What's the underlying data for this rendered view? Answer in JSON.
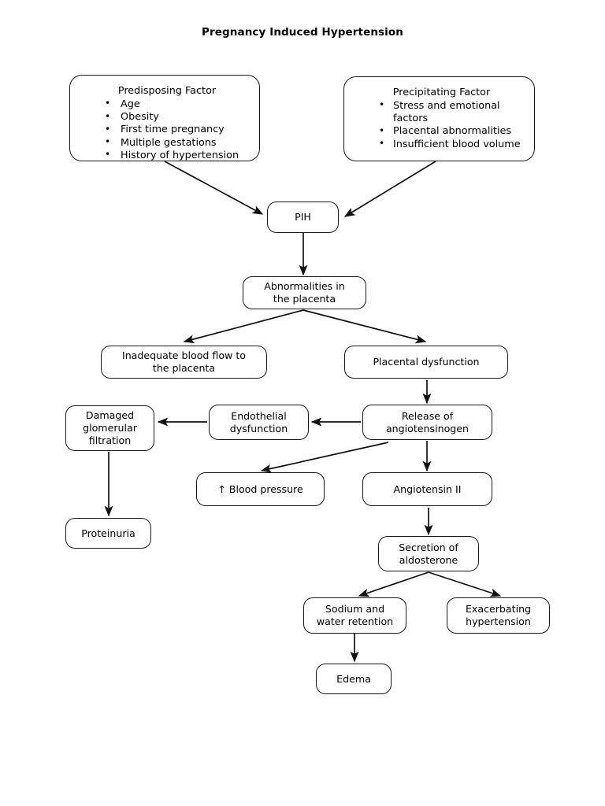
{
  "title": "Pregnancy Induced Hypertension",
  "diagram": {
    "type": "flowchart",
    "orientation": "top-down",
    "predisposing": {
      "heading": "Predisposing Factor",
      "items": [
        "Age",
        "Obesity",
        "First time pregnancy",
        "Multiple gestations",
        "History of hypertension"
      ]
    },
    "precipitating": {
      "heading": "Precipitating Factor",
      "items": [
        "Stress and emotional factors",
        "Placental abnormalities",
        "Insufficient blood volume"
      ]
    },
    "nodes": {
      "pih": "PIH",
      "abnormalities": "Abnormalities in\nthe placenta",
      "inadequate_flow": "Inadequate blood flow to\nthe placenta",
      "placental_dysfunction": "Placental dysfunction",
      "damaged_filtration": "Damaged\nglomerular\nfiltration",
      "endothelial_dysfunction": "Endothelial\ndysfunction",
      "release_angiotensinogen": "Release of\nangiotensinogen",
      "blood_pressure": "↑ Blood pressure",
      "angiotensin_ii": "Angiotensin II",
      "proteinuria": "Proteinuria",
      "secretion_aldosterone": "Secretion of\naldosterone",
      "sodium_water": "Sodium and\nwater retention",
      "exacerbating": "Exacerbating\nhypertension",
      "edema": "Edema"
    },
    "edges": [
      {
        "from": "predisposing",
        "to": "pih"
      },
      {
        "from": "precipitating",
        "to": "pih"
      },
      {
        "from": "pih",
        "to": "abnormalities"
      },
      {
        "from": "abnormalities",
        "to": "inadequate_flow"
      },
      {
        "from": "abnormalities",
        "to": "placental_dysfunction"
      },
      {
        "from": "placental_dysfunction",
        "to": "release_angiotensinogen"
      },
      {
        "from": "release_angiotensinogen",
        "to": "endothelial_dysfunction"
      },
      {
        "from": "endothelial_dysfunction",
        "to": "damaged_filtration"
      },
      {
        "from": "release_angiotensinogen",
        "to": "blood_pressure"
      },
      {
        "from": "release_angiotensinogen",
        "to": "angiotensin_ii"
      },
      {
        "from": "damaged_filtration",
        "to": "proteinuria"
      },
      {
        "from": "angiotensin_ii",
        "to": "secretion_aldosterone"
      },
      {
        "from": "secretion_aldosterone",
        "to": "sodium_water"
      },
      {
        "from": "secretion_aldosterone",
        "to": "exacerbating"
      },
      {
        "from": "sodium_water",
        "to": "edema"
      }
    ]
  },
  "colors": {
    "stroke": "#1a1a1a",
    "background": "#ffffff",
    "text": "#000000"
  }
}
